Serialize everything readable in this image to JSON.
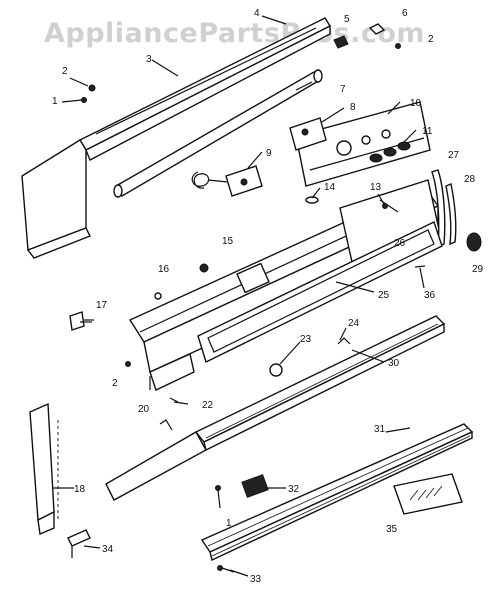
{
  "watermark": "AppliancePartsPros.com",
  "callouts": {
    "c1a": "1",
    "c2a": "2",
    "c3": "3",
    "c4": "4",
    "c5": "5",
    "c6": "6",
    "c2b": "2",
    "c7": "7",
    "c8": "8",
    "c10": "10",
    "c9": "9",
    "c11": "11",
    "c14": "14",
    "c13": "13",
    "c27": "27",
    "c28": "28",
    "c26": "26",
    "c15": "15",
    "c16": "16",
    "c29": "29",
    "c36": "36",
    "c25": "25",
    "c17": "17",
    "c24": "24",
    "c23": "23",
    "c30": "30",
    "c2c": "2",
    "c20": "20",
    "c22": "22",
    "c31": "31",
    "c32": "32",
    "c18": "18",
    "c1b": "1",
    "c35": "35",
    "c34": "34",
    "c33": "33"
  }
}
